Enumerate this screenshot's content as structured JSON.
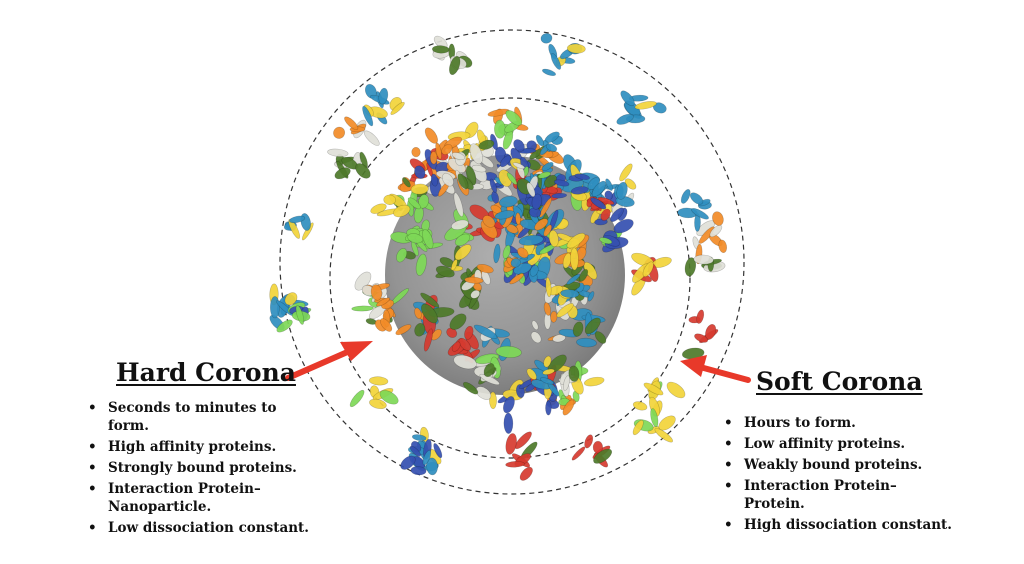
{
  "hard_corona": {
    "title": "Hard Corona",
    "items": [
      "Seconds to minutes to form.",
      "High affinity proteins.",
      "Strongly bound proteins.",
      "Interaction Protein–Nanoparticle.",
      "Low dissociation constant."
    ]
  },
  "soft_corona": {
    "title": "Soft Corona",
    "items": [
      "Hours to form.",
      "Low affinity proteins.",
      "Weakly bound proteins.",
      "Interaction Protein–Protein.",
      "High dissociation constant."
    ]
  },
  "colors": {
    "nanoparticle": "#8c8c8c",
    "arrow": "#e8392a",
    "ring": "#333333",
    "protein_palette": [
      "#2f8fc0",
      "#d63a2f",
      "#f2d43a",
      "#4e7a2a",
      "#7ed957",
      "#e0e0d8",
      "#3550b0",
      "#f28c28"
    ]
  }
}
